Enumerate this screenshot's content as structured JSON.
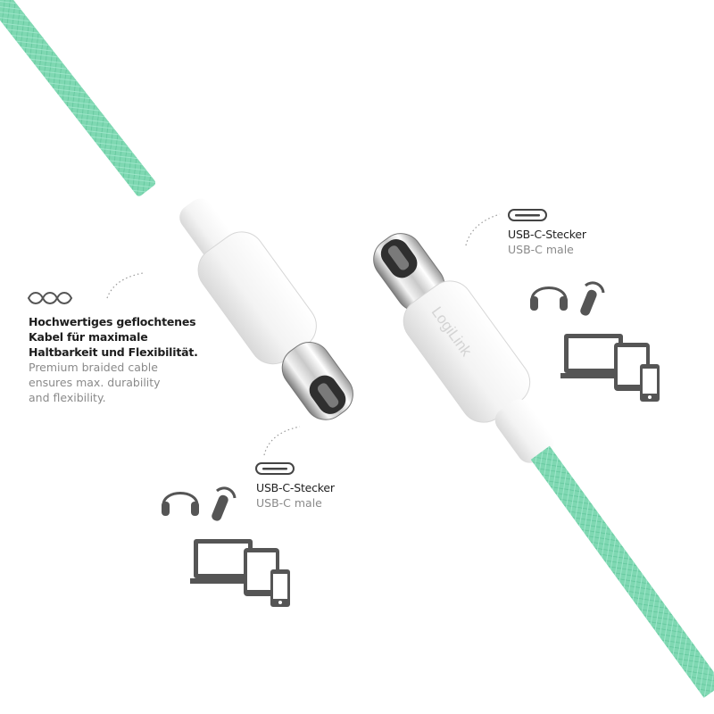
{
  "product": {
    "brand_logo": "LogiLink",
    "cable_color": "#7fd8b2",
    "connector_color": "#f4f4f4"
  },
  "feature_callout": {
    "icon": "infinity-braid-icon",
    "title_de_lines": [
      "Hochwertiges geflochtenes",
      "Kabel für maximale",
      "Haltbarkeit und Flexibilität."
    ],
    "desc_en_lines": [
      "Premium braided cable",
      "ensures max. durability",
      "and flexibility."
    ]
  },
  "connector_top": {
    "icon": "usb-c-port-icon",
    "label_de": "USB-C-Stecker",
    "label_en": "USB-C male",
    "device_icons": [
      "headphones-icon",
      "earbud-icon",
      "laptop-icon",
      "tablet-icon",
      "smartphone-icon"
    ]
  },
  "connector_bottom": {
    "icon": "usb-c-port-icon",
    "label_de": "USB-C-Stecker",
    "label_en": "USB-C male",
    "device_icons": [
      "headphones-icon",
      "earbud-icon",
      "laptop-icon",
      "tablet-icon",
      "smartphone-icon"
    ]
  },
  "colors": {
    "icon_gray": "#555555",
    "text_dark": "#1d1d1d",
    "text_gray": "#8a8a8a"
  }
}
